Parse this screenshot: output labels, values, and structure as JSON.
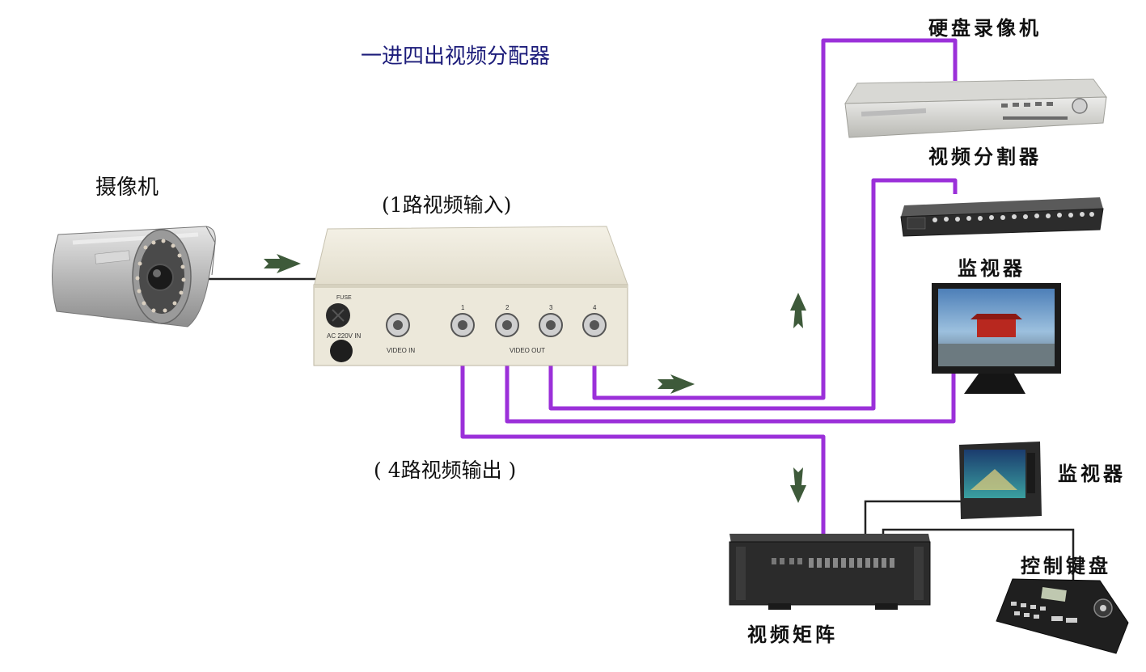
{
  "title": "一进四出视频分配器",
  "labels": {
    "camera": "摄像机",
    "input": "(1路视频输入)",
    "output": "( 4路视频输出 )",
    "dvr": "硬盘录像机",
    "splitter": "视频分割器",
    "monitor_1": "监视器",
    "monitor_2": "监视器",
    "keyboard": "控制键盘",
    "matrix": "视频矩阵"
  },
  "device_text": {
    "fuse": "FUSE",
    "ac": "AC 220V IN",
    "video_in": "VIDEO IN",
    "video_out": "VIDEO OUT",
    "ports": [
      "1",
      "2",
      "3",
      "4"
    ]
  },
  "colors": {
    "cable": "#9b30d9",
    "title": "#1c1c7a",
    "arrow": "#3e5a3a",
    "wire": "#222222"
  },
  "icons": [
    "camera-icon",
    "distributor-icon",
    "dvr-icon",
    "splitter-icon",
    "lcd-monitor-icon",
    "crt-monitor-icon",
    "matrix-icon",
    "keyboard-icon",
    "arrow-icon"
  ]
}
